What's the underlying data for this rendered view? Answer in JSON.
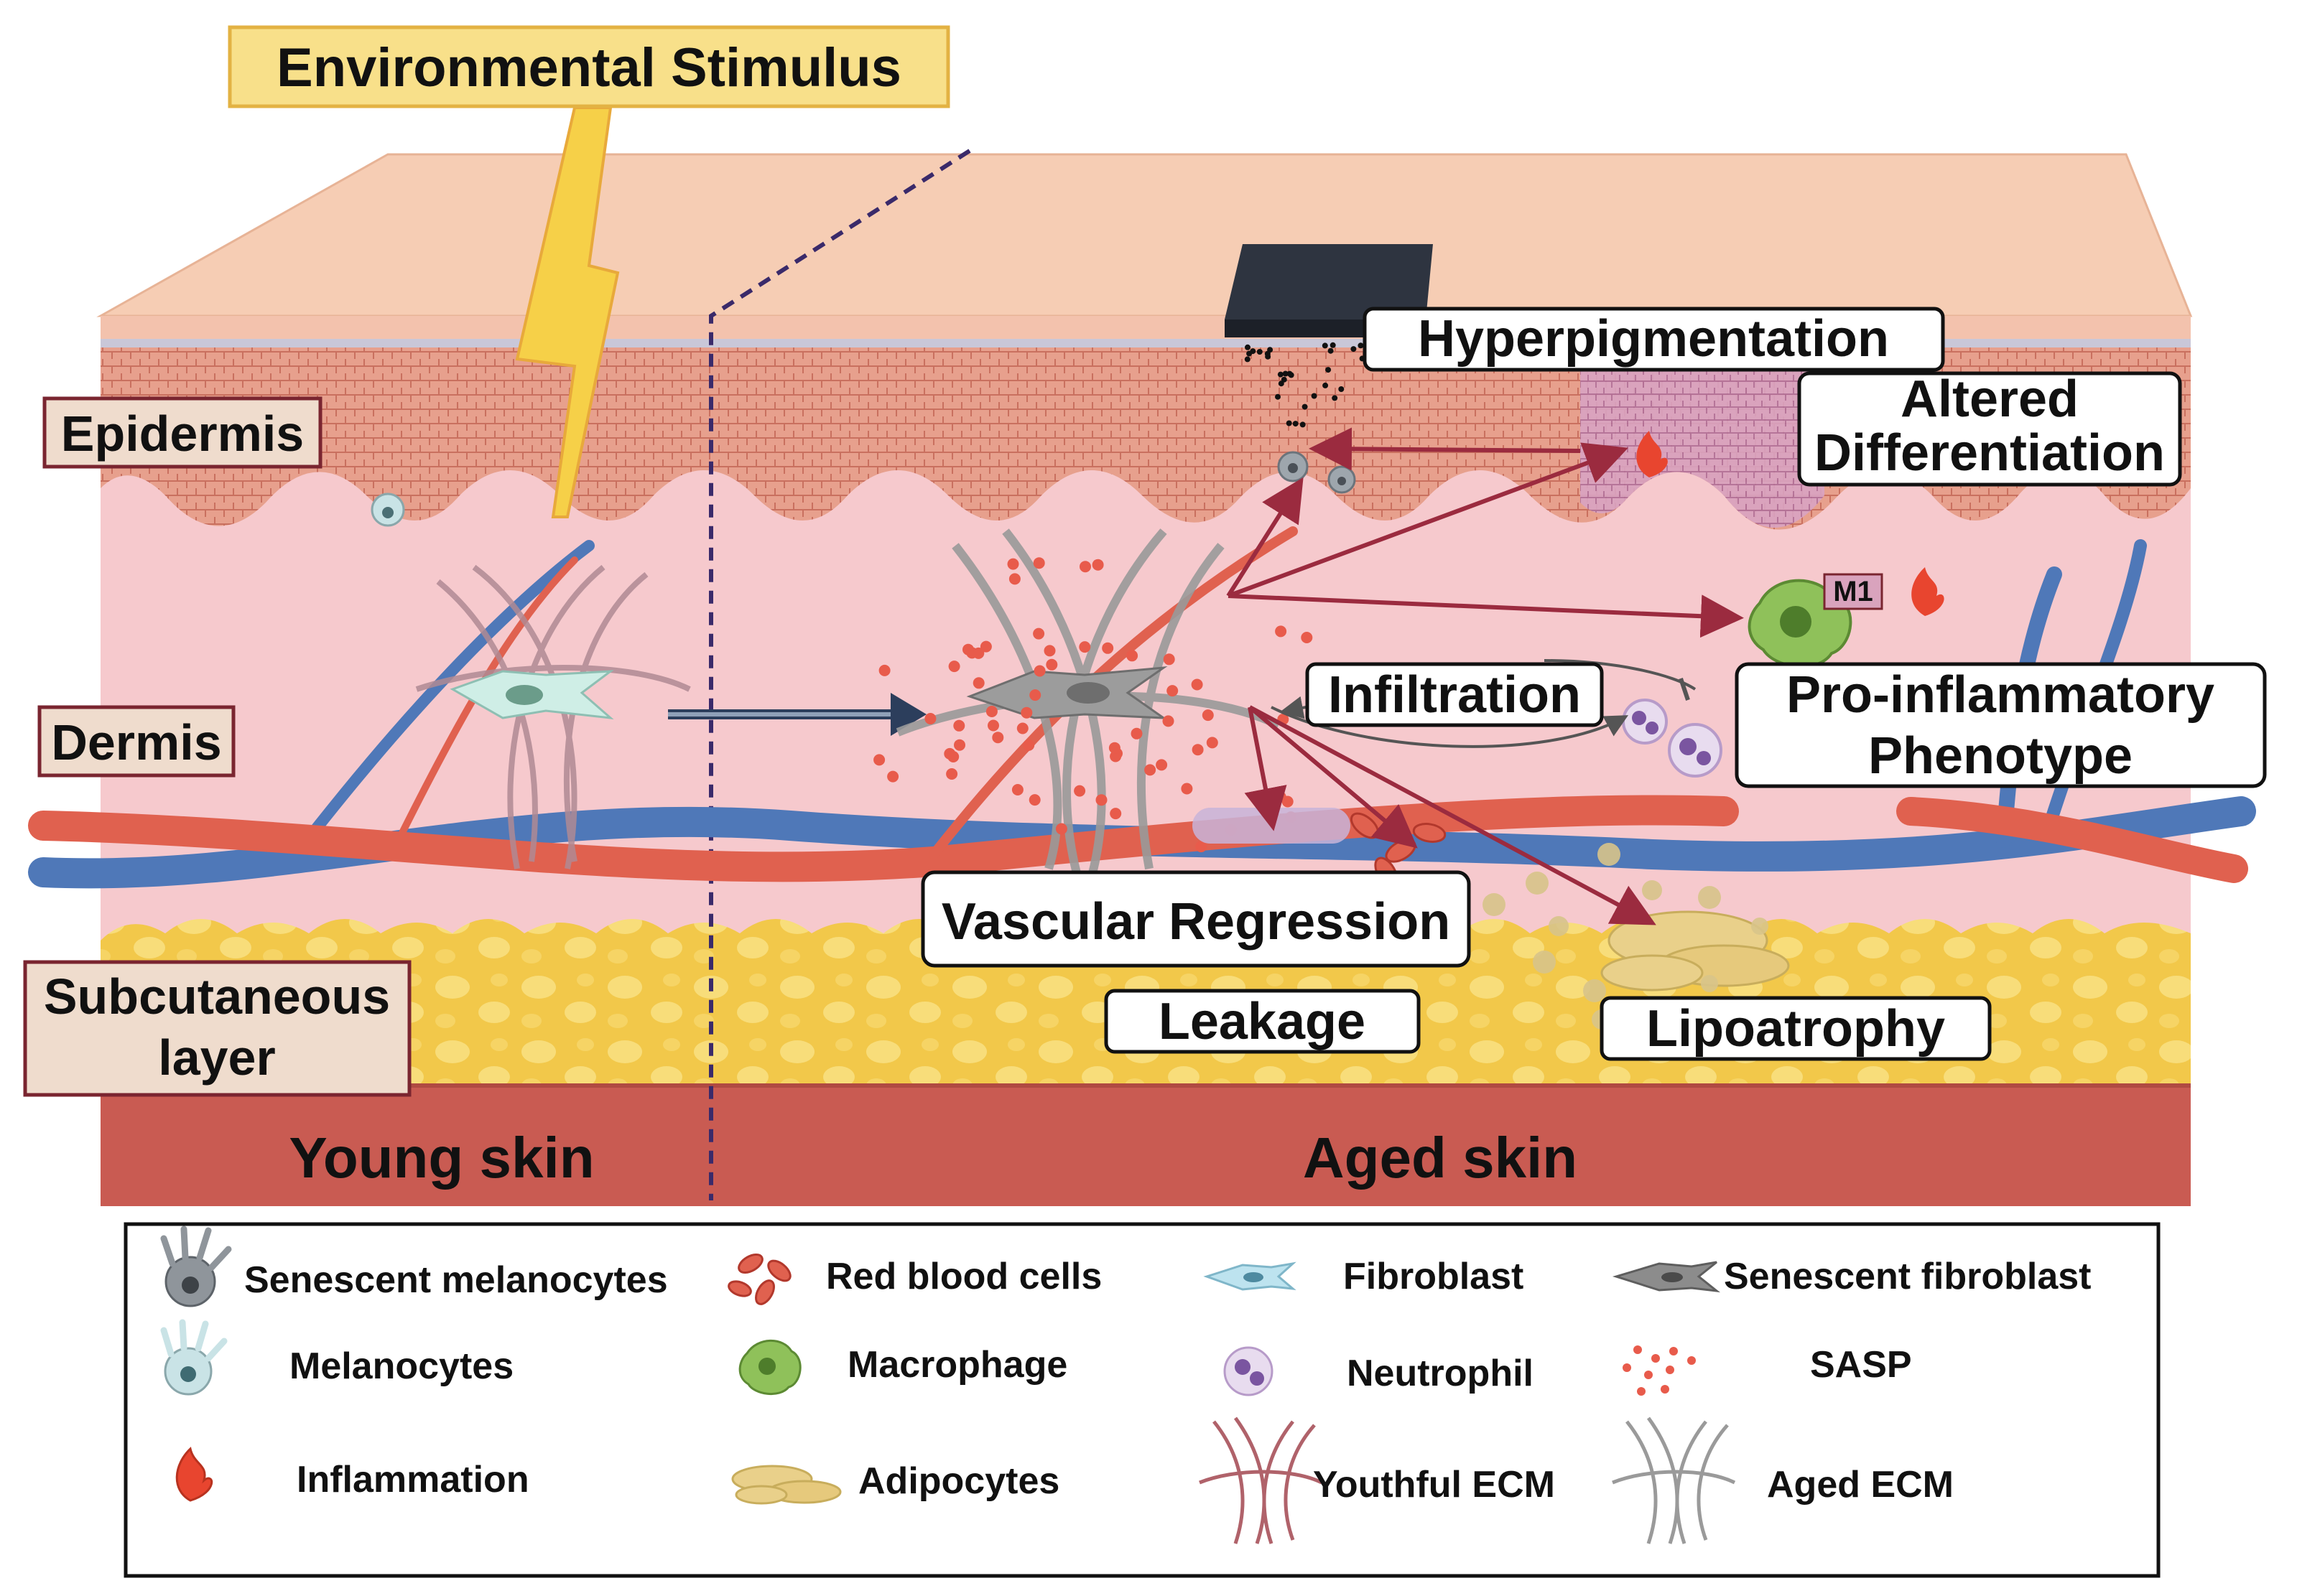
{
  "title": "Environmental Stimulus",
  "layers": {
    "epidermis": "Epidermis",
    "dermis": "Dermis",
    "subcutaneous_line1": "Subcutaneous",
    "subcutaneous_line2": "layer"
  },
  "panels": {
    "young": "Young skin",
    "aged": "Aged skin"
  },
  "callouts": {
    "hyperpigmentation": "Hyperpigmentation",
    "altered_line1": "Altered",
    "altered_line2": "Differentiation",
    "infiltration": "Infiltration",
    "proinflammatory_line1": "Pro-inflammatory",
    "proinflammatory_line2": "Phenotype",
    "vascular_regression": "Vascular Regression",
    "leakage": "Leakage",
    "lipoatrophy": "Lipoatrophy",
    "m1_tag": "M1"
  },
  "legend": [
    {
      "icon": "senescent-melanocyte-icon",
      "label": "Senescent melanocytes"
    },
    {
      "icon": "red-blood-cells-icon",
      "label": "Red blood cells"
    },
    {
      "icon": "fibroblast-icon",
      "label": "Fibroblast"
    },
    {
      "icon": "senescent-fibroblast-icon",
      "label": "Senescent fibroblast"
    },
    {
      "icon": "melanocyte-icon",
      "label": "Melanocytes"
    },
    {
      "icon": "macrophage-icon",
      "label": "Macrophage"
    },
    {
      "icon": "neutrophil-icon",
      "label": "Neutrophil"
    },
    {
      "icon": "sasp-icon",
      "label": "SASP"
    },
    {
      "icon": "inflammation-icon",
      "label": "Inflammation"
    },
    {
      "icon": "adipocytes-icon",
      "label": "Adipocytes"
    },
    {
      "icon": "youthful-ecm-icon",
      "label": "Youthful ECM"
    },
    {
      "icon": "aged-ecm-icon",
      "label": "Aged ECM"
    }
  ],
  "colors": {
    "skin_top": "#f6cdb4",
    "epidermis": "#e9a08c",
    "dermis": "#f6c9cd",
    "fat": "#f4cf4e",
    "base": "#c95b52",
    "label_fill": "#efdccd",
    "label_border": "#7a2530",
    "arrow": "#9b2b3f",
    "artery": "#e0614f",
    "vein": "#4f78b8",
    "lightning": "#f6d048"
  }
}
